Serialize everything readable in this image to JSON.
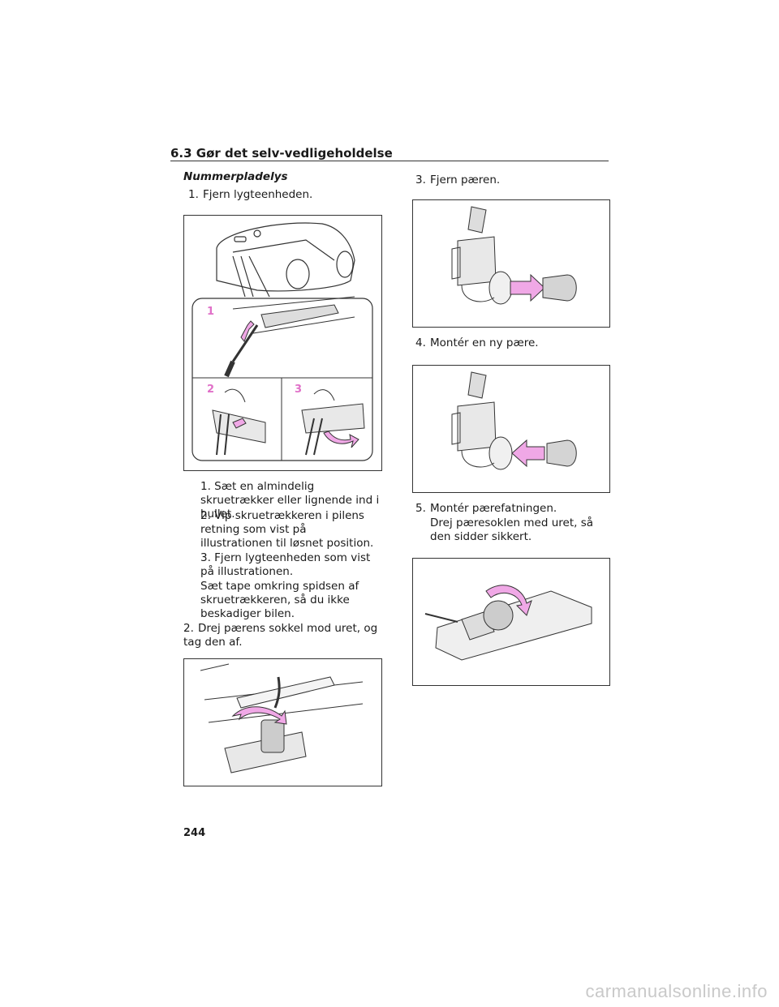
{
  "header": {
    "section": "6.3 Gør det selv-vedligeholdelse"
  },
  "left": {
    "subheading": "Nummerpladelys",
    "step1": {
      "num": "1.",
      "text": "Fjern lygteenheden."
    },
    "figure1_labels": {
      "a": "1",
      "b": "2",
      "c": "3"
    },
    "sub1": "1. Sæt en almindelig skruetrækker eller lignende ind i hullet.",
    "sub2": "2. Vip skruetrækkeren i pilens retning som vist på illustrationen til løsnet position.",
    "sub3": "3. Fjern lygteenheden som vist på illustrationen.",
    "note": "Sæt tape omkring spidsen af skruetrækkeren, så du ikke beskadiger bilen.",
    "step2": {
      "num": "2.",
      "text": "Drej pærens sokkel mod uret, og tag den af."
    }
  },
  "right": {
    "step3": {
      "num": "3.",
      "text": "Fjern pæren."
    },
    "step4": {
      "num": "4.",
      "text": "Montér en ny pære."
    },
    "step5": {
      "num": "5.",
      "text": "Montér pærefatningen."
    },
    "step5_note": "Drej pæresoklen med uret, så den sidder sikkert."
  },
  "footer": {
    "page_number": "244",
    "watermark": "carmanualsonline.info"
  },
  "colors": {
    "accent_pink": "#e070c8",
    "arrow_fill": "#f0a8e6",
    "line": "#333333"
  }
}
